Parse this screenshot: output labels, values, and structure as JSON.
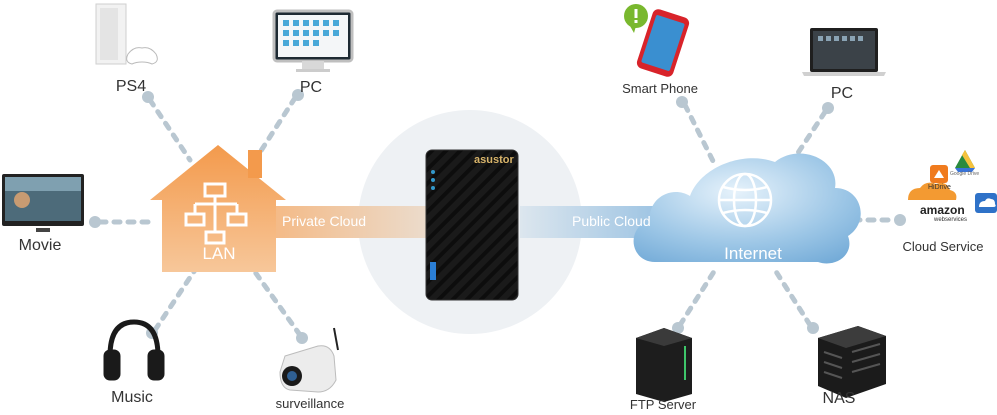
{
  "nodes": {
    "ps4": "PS4",
    "pc_left": "PC",
    "movie": "Movie",
    "music": "Music",
    "surveillance": "surveillance",
    "smart_phone": "Smart Phone",
    "pc_right": "PC",
    "cloud_service": "Cloud Service",
    "ftp_server": "FTP Server",
    "nas": "NAS"
  },
  "hubs": {
    "lan": "LAN",
    "internet": "Internet"
  },
  "links": {
    "private_cloud": "Private Cloud",
    "public_cloud": "Public Cloud"
  },
  "device": {
    "brand": "asustor"
  },
  "logos": {
    "hidrive": "HiDrive",
    "google_drive": "Google Drive",
    "amazon": "amazon",
    "amazon_sub": "webservices"
  },
  "colors": {
    "lan_orange": "#F2A25C",
    "cloud_blue": "#6FA8D6",
    "dot_gray": "#B9C7D1",
    "halo": "#E9EDF1"
  }
}
